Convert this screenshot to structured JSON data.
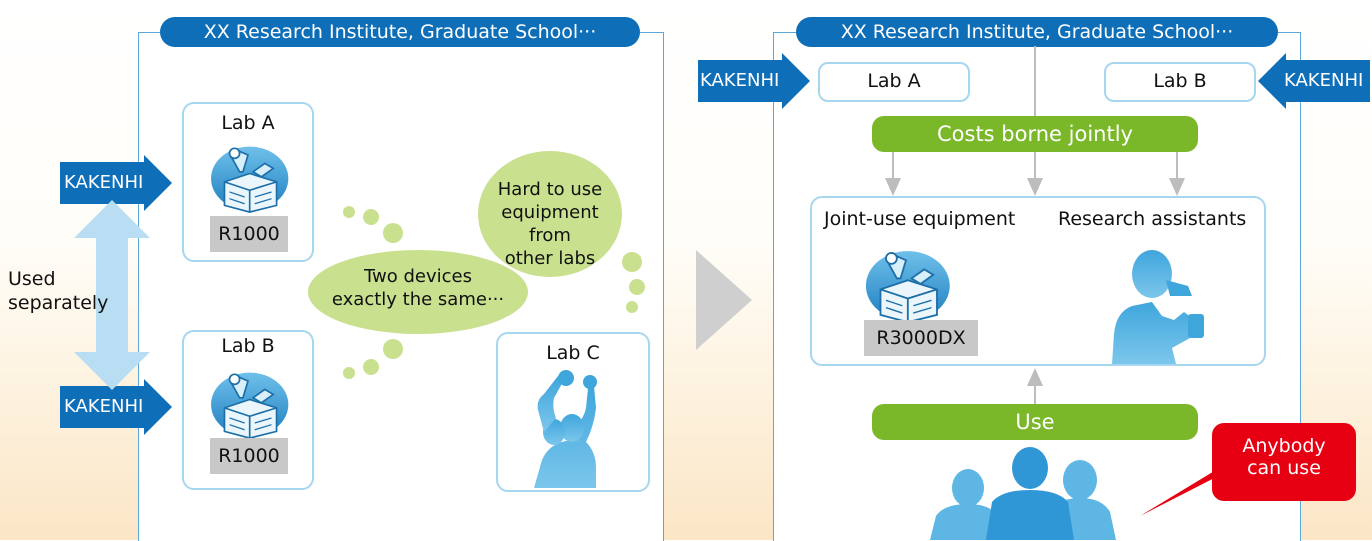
{
  "left": {
    "title": "XX Research Institute, Graduate School···",
    "lab_a": {
      "name": "Lab A",
      "model": "R1000"
    },
    "lab_b": {
      "name": "Lab B",
      "model": "R1000"
    },
    "lab_c": {
      "name": "Lab C"
    },
    "funding_label_top": "KAKENHI",
    "funding_label_bottom": "KAKENHI",
    "used_separately_line1": "Used",
    "used_separately_line2": "separately",
    "bubble_same_line1": "Two devices",
    "bubble_same_line2": "exactly the same···",
    "bubble_hard_line1": "Hard to use",
    "bubble_hard_line2": "equipment from",
    "bubble_hard_line3": "other labs"
  },
  "right": {
    "title": "XX Research Institute, Graduate School···",
    "lab_a": "Lab A",
    "lab_b": "Lab B",
    "funding_label_left": "KAKENHI",
    "funding_label_right": "KAKENHI",
    "costs_label": "Costs borne jointly",
    "joint_equipment_label": "Joint-use equipment",
    "research_assistants_label": "Research assistants",
    "joint_model": "R3000DX",
    "use_label": "Use",
    "anybody_line1": "Anybody",
    "anybody_line2": "can use"
  },
  "colors": {
    "accent_blue": "#0e6fb8",
    "light_blue_border": "#a7d6ef",
    "green": "#7ab829",
    "bubble_green": "#c9e08f",
    "callout_red": "#e60012",
    "arrow_gray": "#cfcfcf"
  }
}
